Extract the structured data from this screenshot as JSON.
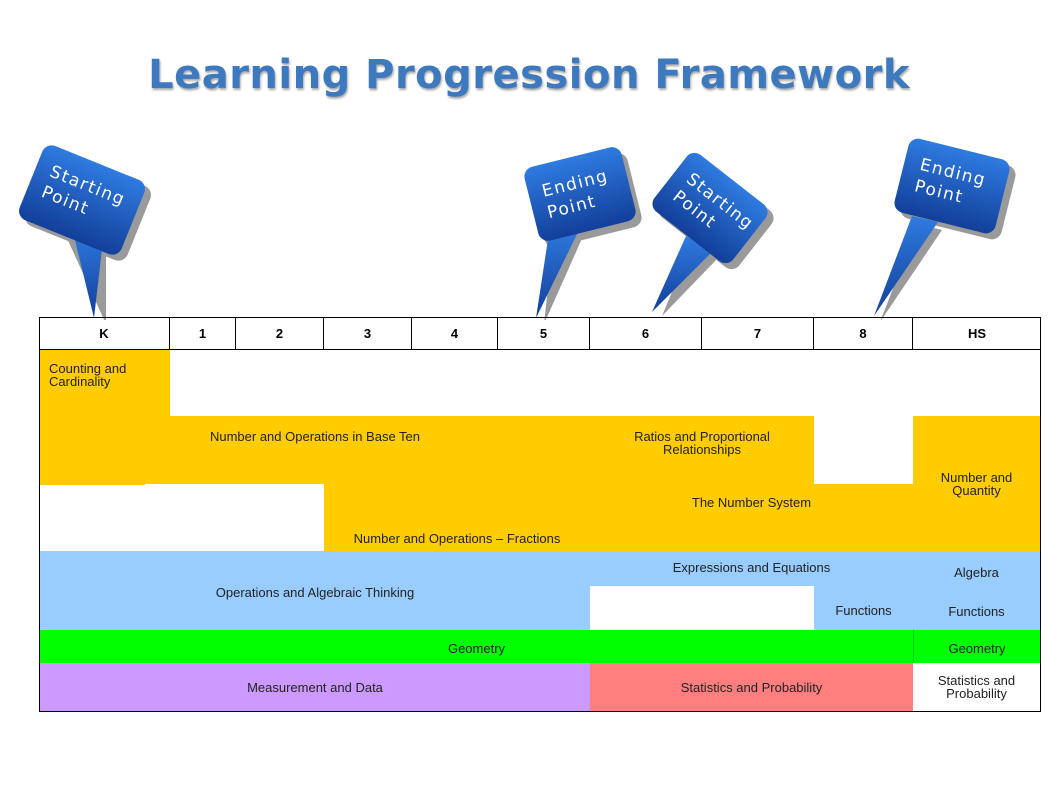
{
  "title": "Learning Progression Framework",
  "callouts": [
    {
      "lines": [
        "Starting",
        "Point"
      ]
    },
    {
      "lines": [
        "Ending",
        "Point"
      ]
    },
    {
      "lines": [
        "Starting",
        "Point"
      ]
    },
    {
      "lines": [
        "Ending",
        "Point"
      ]
    }
  ],
  "grades": [
    "K",
    "1",
    "2",
    "3",
    "4",
    "5",
    "6",
    "7",
    "8",
    "HS"
  ],
  "domains": {
    "counting": "Counting and Cardinality",
    "nbt": "Number and Operations in Base Ten",
    "rp": "Ratios and Proportional Relationships",
    "nq": "Number and Quantity",
    "ns": "The Number System",
    "nf": "Number and Operations – Fractions",
    "oa": "Operations and Algebraic Thinking",
    "ee": "Expressions and Equations",
    "algebra": "Algebra",
    "functions_8": "Functions",
    "functions_hs": "Functions",
    "geometry": "Geometry",
    "geometry_hs": "Geometry",
    "md": "Measurement and Data",
    "sp": "Statistics and Probability",
    "sp_hs": "Statistics and Probability"
  },
  "colors": {
    "title": "#3d79bf",
    "callout": "#1f5fc4",
    "yellow": "#ffcc00",
    "blue": "#99ccff",
    "green": "#00ff00",
    "purple": "#cc99ff",
    "salmon": "#ff7f7f"
  }
}
